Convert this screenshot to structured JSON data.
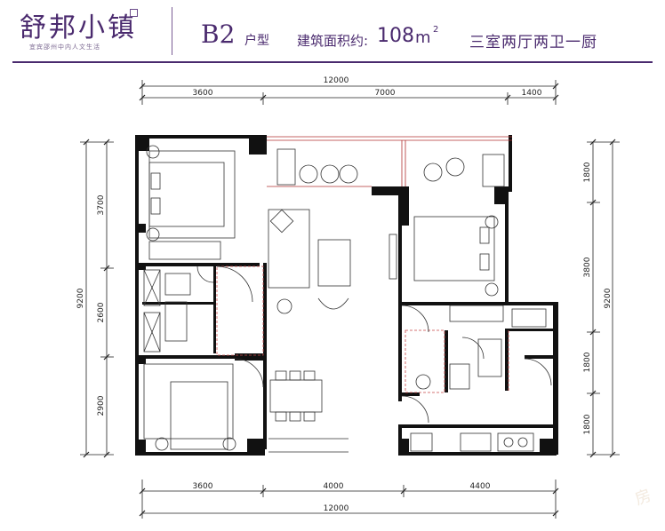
{
  "header": {
    "brand": "舒邦小镇",
    "brand_tagline": "宜宾邵州中内人文生活",
    "model_code": "B2",
    "model_suffix": "户型",
    "area_label": "建筑面积约:",
    "area_value": "108",
    "area_unit": "m",
    "area_sup": "2",
    "room_layout": "三室两厅两卫一厨"
  },
  "dimensions": {
    "top_total": "12000",
    "top_segments": [
      "3600",
      "7000",
      "1400"
    ],
    "bottom_total": "12000",
    "bottom_segments": [
      "3600",
      "4000",
      "4400"
    ],
    "left_total": "9200",
    "left_segments": [
      "3700",
      "2600",
      "2900"
    ],
    "right_total": "9200",
    "right_segments": [
      "1800",
      "3800",
      "1800",
      "1800"
    ]
  },
  "colors": {
    "brand": "#4a2a6e",
    "wall": "#111111",
    "door_dash": "#c84a4a",
    "furniture": "#333333"
  }
}
